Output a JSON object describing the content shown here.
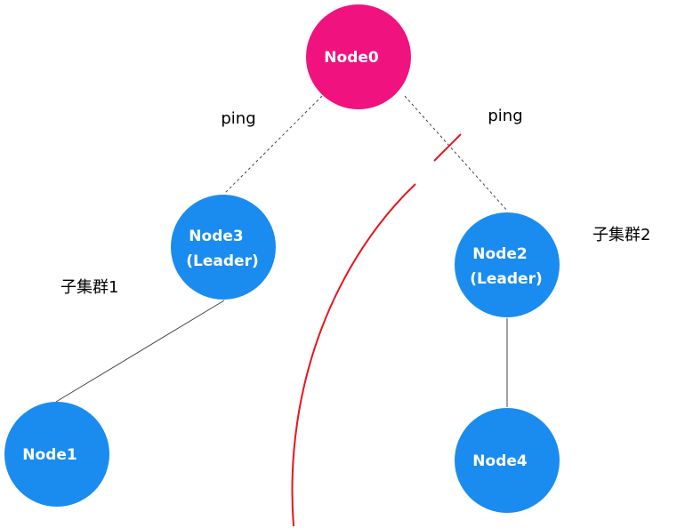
{
  "colors": {
    "root_node": "#f0127f",
    "node": "#1a8cf0",
    "partition": "#e8141c",
    "edge": "#444444",
    "text_on_node": "#ffffff"
  },
  "nodes": {
    "node0": {
      "line1": "Node0",
      "line2": ""
    },
    "node3": {
      "line1": "Node3",
      "line2": "(Leader)"
    },
    "node2": {
      "line1": "Node2",
      "line2": "(Leader)"
    },
    "node1": {
      "line1": "Node1",
      "line2": ""
    },
    "node4": {
      "line1": "Node4",
      "line2": ""
    }
  },
  "edges": {
    "node0_node3": {
      "label": "ping",
      "style": "dashed"
    },
    "node0_node2": {
      "label": "ping",
      "style": "dashed",
      "broken": true
    },
    "node3_node1": {
      "style": "solid"
    },
    "node2_node4": {
      "style": "solid"
    }
  },
  "clusters": {
    "left": {
      "label": "子集群1"
    },
    "right": {
      "label": "子集群2"
    }
  }
}
